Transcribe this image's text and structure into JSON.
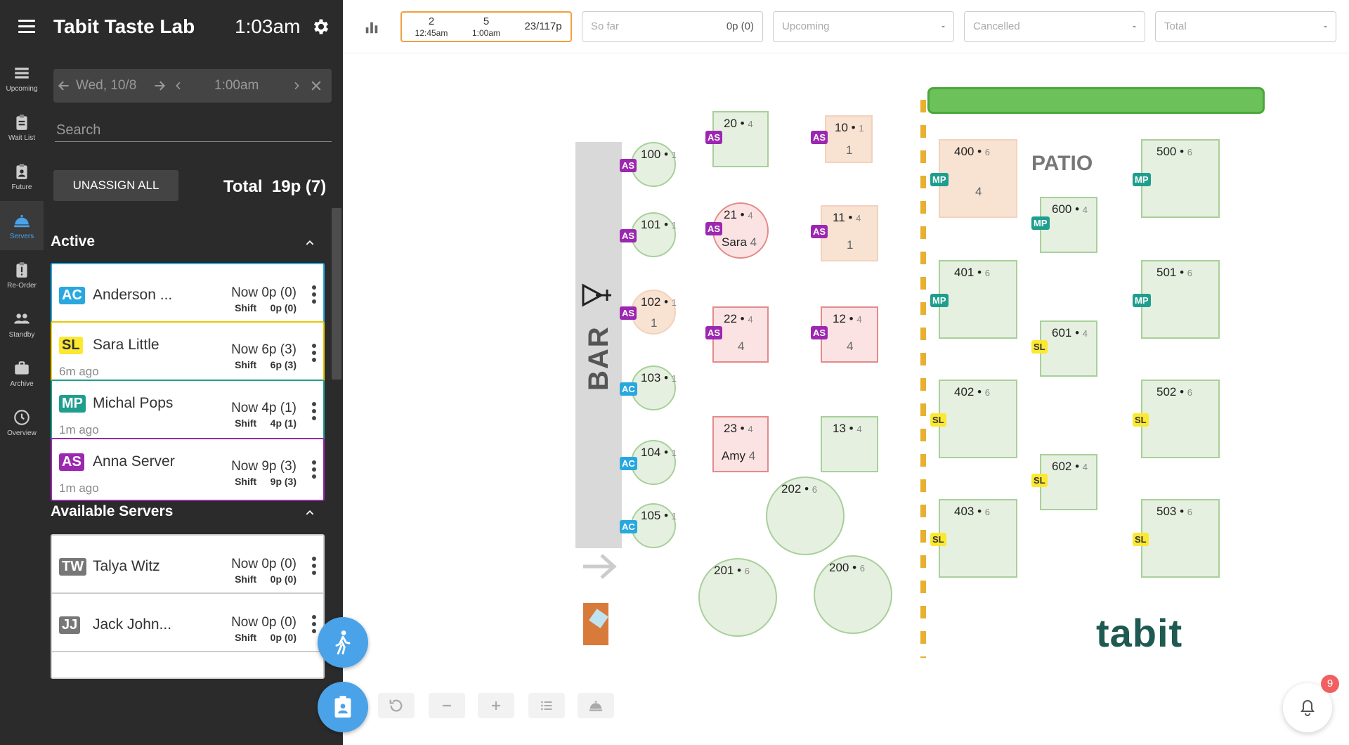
{
  "app": {
    "title": "Tabit Taste Lab",
    "time": "1:03am"
  },
  "nav": [
    {
      "label": "Upcoming",
      "icon": "list-icon"
    },
    {
      "label": "Wait List",
      "icon": "clipboard-icon"
    },
    {
      "label": "Future",
      "icon": "clipboard-person-icon"
    },
    {
      "label": "Servers",
      "icon": "server-bell-icon",
      "active": true
    },
    {
      "label": "Re-Order",
      "icon": "clipboard-alert-icon"
    },
    {
      "label": "Standby",
      "icon": "people-icon"
    },
    {
      "label": "Archive",
      "icon": "briefcase-icon"
    },
    {
      "label": "Overview",
      "icon": "clock-icon"
    }
  ],
  "date_bar": {
    "date": "Wed, 10/8",
    "time": "1:00am"
  },
  "search": {
    "placeholder": "Search"
  },
  "unassign_label": "UNASSIGN ALL",
  "total": {
    "label": "Total",
    "value": "19p (7)"
  },
  "sections": {
    "active": "Active",
    "available": "Available Servers"
  },
  "active_servers": [
    {
      "initials": "AC",
      "name": "Anderson ...",
      "sub": "",
      "now": "Now",
      "now_val": "0p (0)",
      "shift": "Shift",
      "shift_val": "0p (0)",
      "color": "#29a8e0"
    },
    {
      "initials": "SL",
      "name": "Sara Little",
      "sub": "6m ago",
      "now": "Now",
      "now_val": "6p (3)",
      "shift": "Shift",
      "shift_val": "6p (3)",
      "color": "#e8c800"
    },
    {
      "initials": "MP",
      "name": "Michal Pops",
      "sub": "1m ago",
      "now": "Now",
      "now_val": "4p (1)",
      "shift": "Shift",
      "shift_val": "4p (1)",
      "color": "#1f9e8e"
    },
    {
      "initials": "AS",
      "name": "Anna Server",
      "sub": "1m ago",
      "now": "Now",
      "now_val": "9p (3)",
      "shift": "Shift",
      "shift_val": "9p (3)",
      "color": "#9c27b0"
    }
  ],
  "available_servers": [
    {
      "initials": "TW",
      "name": "Talya Witz",
      "now": "Now",
      "now_val": "0p (0)",
      "shift": "Shift",
      "shift_val": "0p (0)"
    },
    {
      "initials": "JJ",
      "name": "Jack John...",
      "now": "Now",
      "now_val": "0p (0)",
      "shift": "Shift",
      "shift_val": "0p (0)"
    }
  ],
  "stats": {
    "slot1_count": "2",
    "slot1_time": "12:45am",
    "slot2_count": "5",
    "slot2_time": "1:00am",
    "slot3": "23/117p",
    "so_far_label": "So far",
    "so_far_val": "0p (0)",
    "upcoming_label": "Upcoming",
    "upcoming_val": "-",
    "cancelled_label": "Cancelled",
    "cancelled_val": "-",
    "total_label": "Total",
    "total_val": "-"
  },
  "floor": {
    "bar_label": "BAR",
    "patio_label": "PATIO",
    "logo": "tabit",
    "notification_count": "9"
  },
  "tables": [
    {
      "id": "100",
      "cap": "1",
      "guests": "",
      "guest_name": "",
      "server": "AS"
    },
    {
      "id": "101",
      "cap": "1",
      "guests": "",
      "guest_name": "",
      "server": "AS"
    },
    {
      "id": "102",
      "cap": "1",
      "guests": "1",
      "guest_name": "",
      "server": "AS"
    },
    {
      "id": "103",
      "cap": "1",
      "guests": "",
      "guest_name": "",
      "server": "AC"
    },
    {
      "id": "104",
      "cap": "1",
      "guests": "",
      "guest_name": "",
      "server": "AC"
    },
    {
      "id": "105",
      "cap": "1",
      "guests": "",
      "guest_name": "",
      "server": "AC"
    },
    {
      "id": "20",
      "cap": "4",
      "guests": "",
      "guest_name": "",
      "server": "AS"
    },
    {
      "id": "21",
      "cap": "4",
      "guests": "4",
      "guest_name": "Sara",
      "server": "AS"
    },
    {
      "id": "22",
      "cap": "4",
      "guests": "4",
      "guest_name": "",
      "server": "AS"
    },
    {
      "id": "23",
      "cap": "4",
      "guests": "4",
      "guest_name": "Amy",
      "server": ""
    },
    {
      "id": "10",
      "cap": "1",
      "guests": "1",
      "guest_name": "",
      "server": "AS"
    },
    {
      "id": "11",
      "cap": "4",
      "guests": "1",
      "guest_name": "",
      "server": "AS"
    },
    {
      "id": "12",
      "cap": "4",
      "guests": "4",
      "guest_name": "",
      "server": "AS"
    },
    {
      "id": "13",
      "cap": "4",
      "guests": "",
      "guest_name": "",
      "server": ""
    },
    {
      "id": "202",
      "cap": "6",
      "guests": "",
      "guest_name": "",
      "server": ""
    },
    {
      "id": "201",
      "cap": "6",
      "guests": "",
      "guest_name": "",
      "server": ""
    },
    {
      "id": "200",
      "cap": "6",
      "guests": "",
      "guest_name": "",
      "server": ""
    },
    {
      "id": "400",
      "cap": "6",
      "guests": "4",
      "guest_name": "",
      "server": "MP"
    },
    {
      "id": "401",
      "cap": "6",
      "guests": "",
      "guest_name": "",
      "server": "MP"
    },
    {
      "id": "402",
      "cap": "6",
      "guests": "",
      "guest_name": "",
      "server": "SL"
    },
    {
      "id": "403",
      "cap": "6",
      "guests": "",
      "guest_name": "",
      "server": "SL"
    },
    {
      "id": "600",
      "cap": "4",
      "guests": "",
      "guest_name": "",
      "server": "MP"
    },
    {
      "id": "601",
      "cap": "4",
      "guests": "",
      "guest_name": "",
      "server": "SL"
    },
    {
      "id": "602",
      "cap": "4",
      "guests": "",
      "guest_name": "",
      "server": "SL"
    },
    {
      "id": "500",
      "cap": "6",
      "guests": "",
      "guest_name": "",
      "server": "MP"
    },
    {
      "id": "501",
      "cap": "6",
      "guests": "",
      "guest_name": "",
      "server": "MP"
    },
    {
      "id": "502",
      "cap": "6",
      "guests": "",
      "guest_name": "",
      "server": "SL"
    },
    {
      "id": "503",
      "cap": "6",
      "guests": "",
      "guest_name": "",
      "server": "SL"
    }
  ]
}
